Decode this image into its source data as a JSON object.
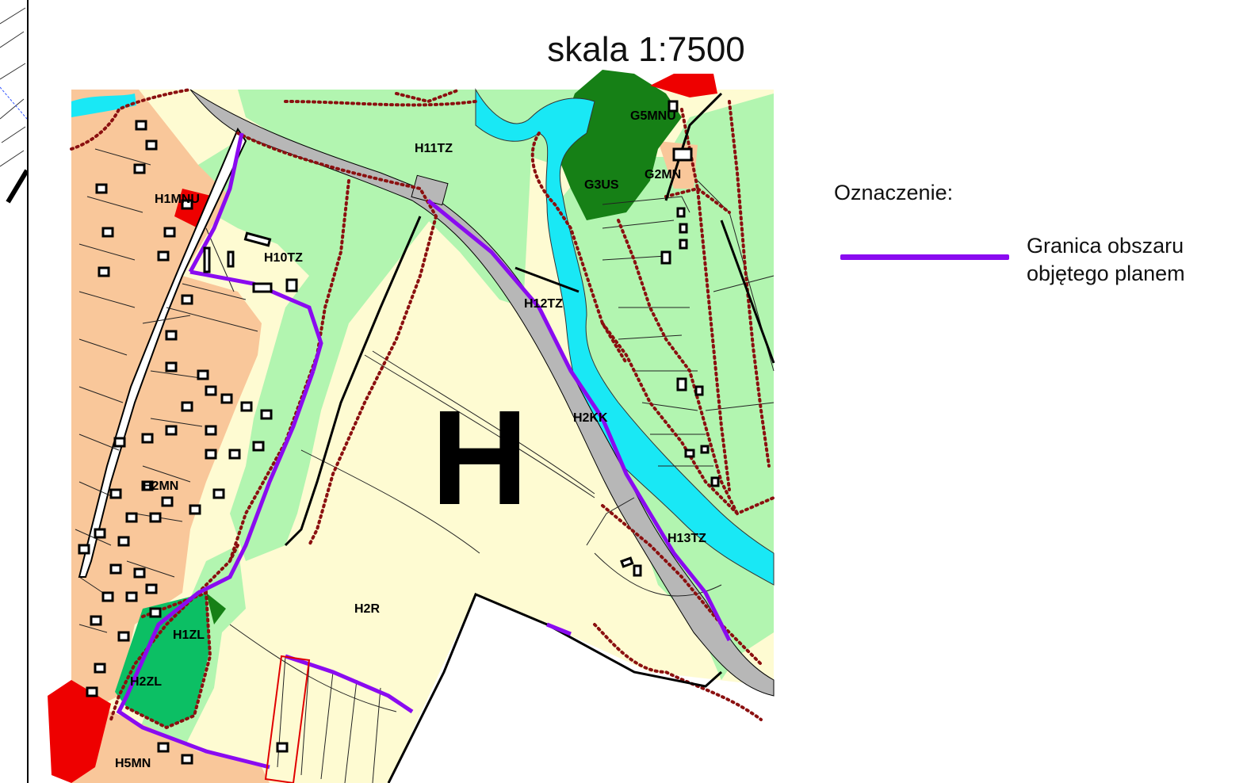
{
  "map": {
    "scale_label": "skala 1:7500",
    "area_letter": "H",
    "zones": [
      {
        "id": "H11TZ"
      },
      {
        "id": "H10TZ"
      },
      {
        "id": "H1MNU"
      },
      {
        "id": "H12TZ"
      },
      {
        "id": "H2KK"
      },
      {
        "id": "H13TZ"
      },
      {
        "id": "H2R"
      },
      {
        "id": "H1ZL"
      },
      {
        "id": "H2ZL"
      },
      {
        "id": "H2MN"
      },
      {
        "id": "H5MN"
      },
      {
        "id": "G3US"
      },
      {
        "id": "G2MN"
      },
      {
        "id": "G5MNU"
      }
    ],
    "colors": {
      "residential": "#f9c79a",
      "green_tz": "#b2f5b0",
      "agricultural": "#fefbd2",
      "forest": "#0cbf64",
      "sport": "#168016",
      "water": "#19e8f5",
      "road": "#b7b7b7",
      "service": "#ee0000",
      "plan_boundary": "#8a0bf0",
      "dotted_boundary": "#8b1010"
    }
  },
  "legend": {
    "title": "Oznaczenie:",
    "items": [
      {
        "label_line1": "Granica obszaru",
        "label_line2": "objętego planem",
        "color": "#8a0bf0"
      }
    ]
  }
}
